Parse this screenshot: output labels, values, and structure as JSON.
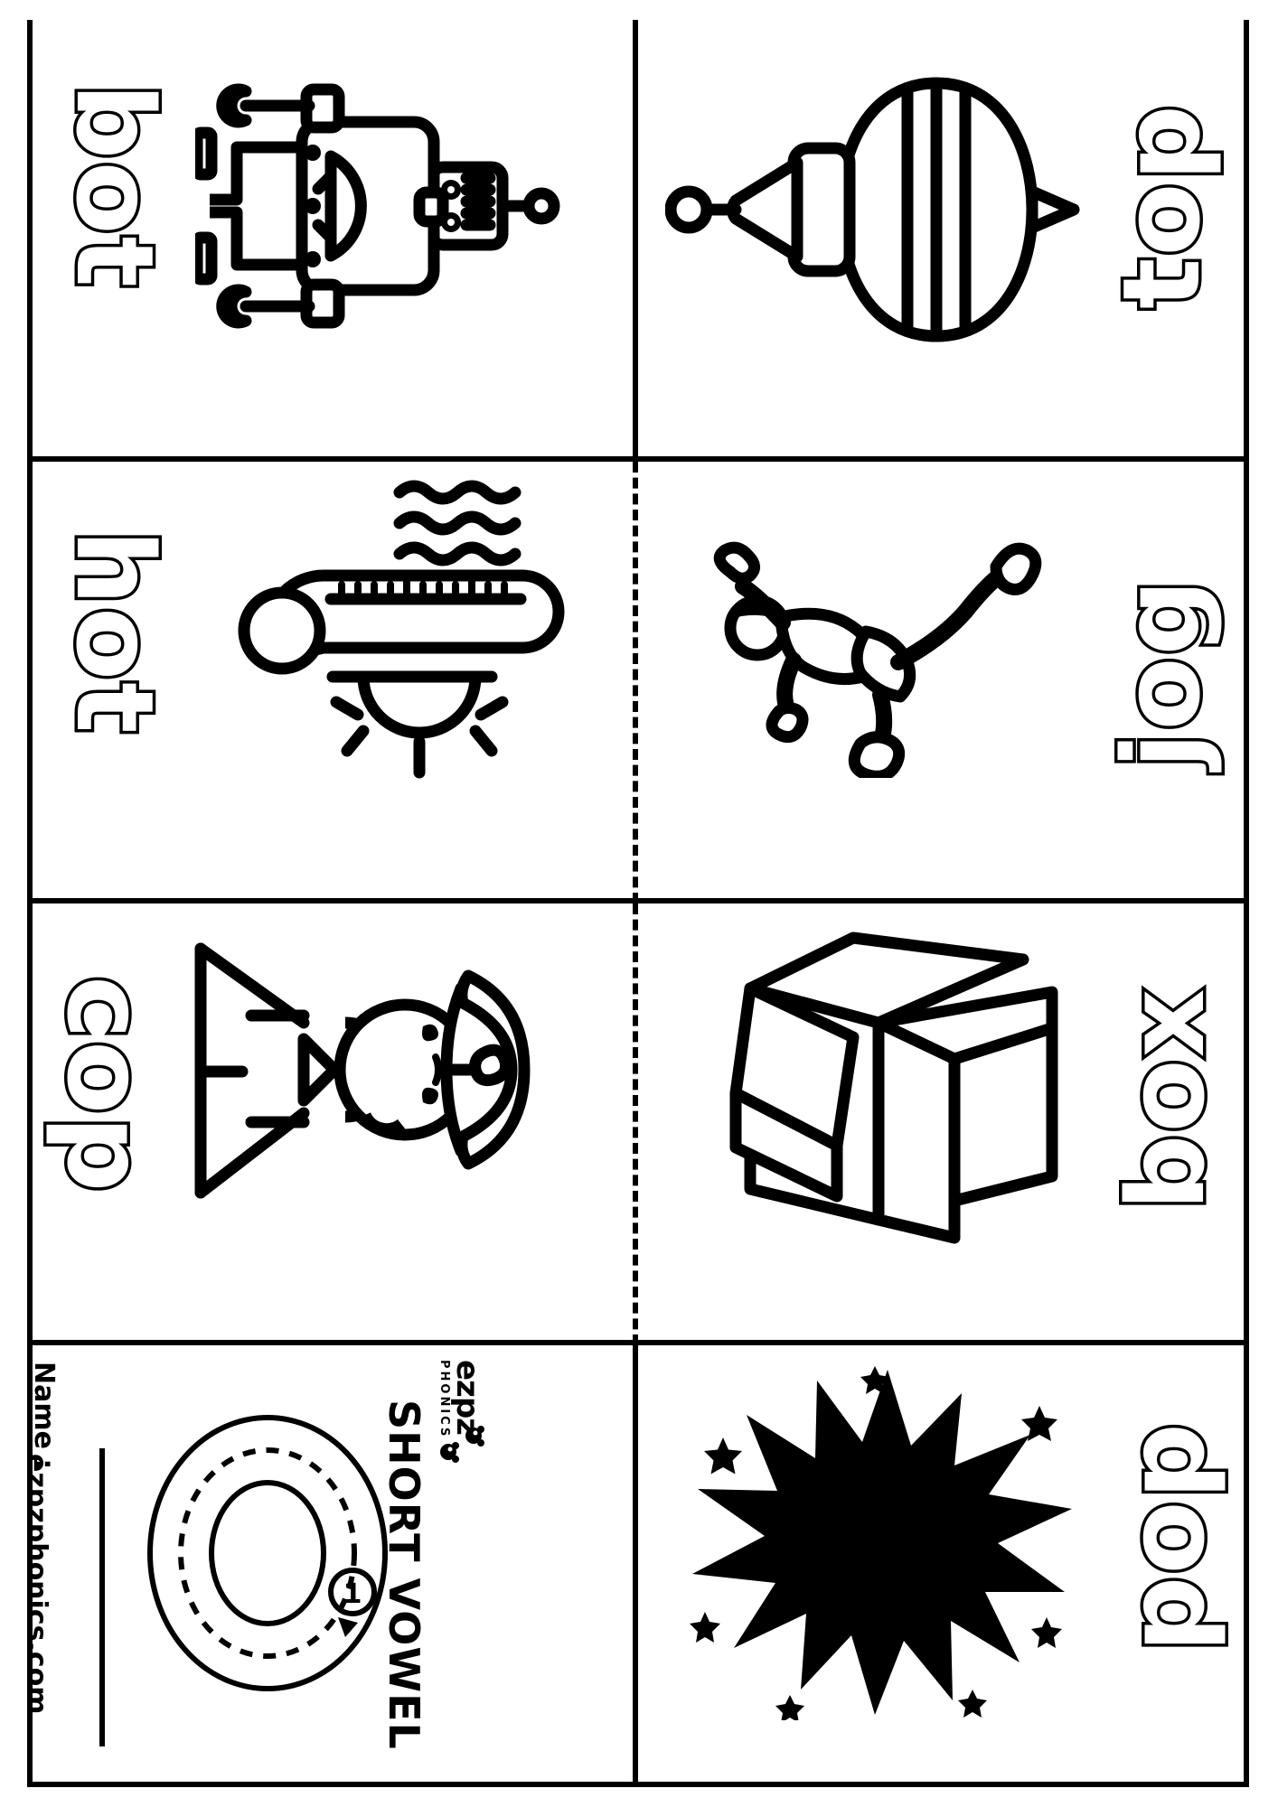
{
  "worksheet": {
    "title": "SHORT VOWEL",
    "brand_name": "ezpz",
    "brand_sub": "PHONICS",
    "name_label": "Name :",
    "website": "ezpzphonics.com",
    "ink_color": "#000000",
    "paper_color": "#ffffff"
  },
  "cards": [
    {
      "id": "card-bot",
      "word": "bot",
      "icon": "robot-icon",
      "row": 1,
      "col": 1
    },
    {
      "id": "card-top",
      "word": "top",
      "icon": "spinning-top-icon",
      "row": 1,
      "col": 2
    },
    {
      "id": "card-hot",
      "word": "hot",
      "icon": "thermometer-sun-icon",
      "row": 2,
      "col": 1
    },
    {
      "id": "card-jog",
      "word": "jog",
      "icon": "jogging-person-icon",
      "row": 2,
      "col": 2
    },
    {
      "id": "card-cop",
      "word": "cop",
      "icon": "police-officer-icon",
      "row": 3,
      "col": 1
    },
    {
      "id": "card-box",
      "word": "box",
      "icon": "open-box-icon",
      "row": 3,
      "col": 2
    },
    {
      "id": "card-footer",
      "word": "",
      "icon": "letter-o-tracing-icon",
      "row": 4,
      "col": 1
    },
    {
      "id": "card-pop",
      "word": "pop",
      "icon": "starburst-icon",
      "row": 4,
      "col": 2
    }
  ],
  "tracing": {
    "letter": "o",
    "stroke_number": "1"
  }
}
